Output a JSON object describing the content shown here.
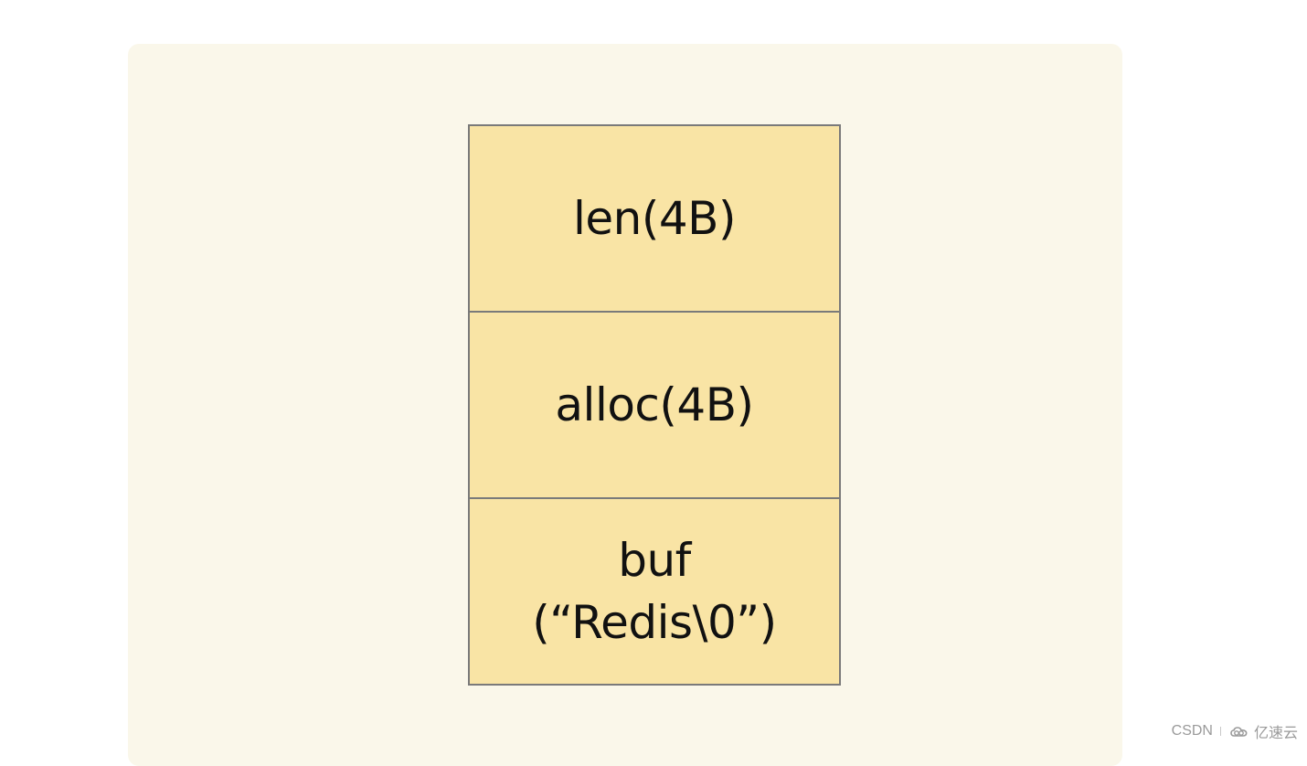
{
  "diagram": {
    "cells": [
      {
        "label": "len(4B)"
      },
      {
        "label": "alloc(4B)"
      },
      {
        "label": "buf\n(“Redis\\0”)"
      }
    ]
  },
  "watermark": {
    "source": "CSDN",
    "brand": "亿速云",
    "brand_icon": "cloud-logo-icon"
  },
  "colors": {
    "panel_background": "#faf7ea",
    "cell_fill": "#f9e4a5",
    "cell_border": "#7a7a7a",
    "text": "#111111"
  }
}
